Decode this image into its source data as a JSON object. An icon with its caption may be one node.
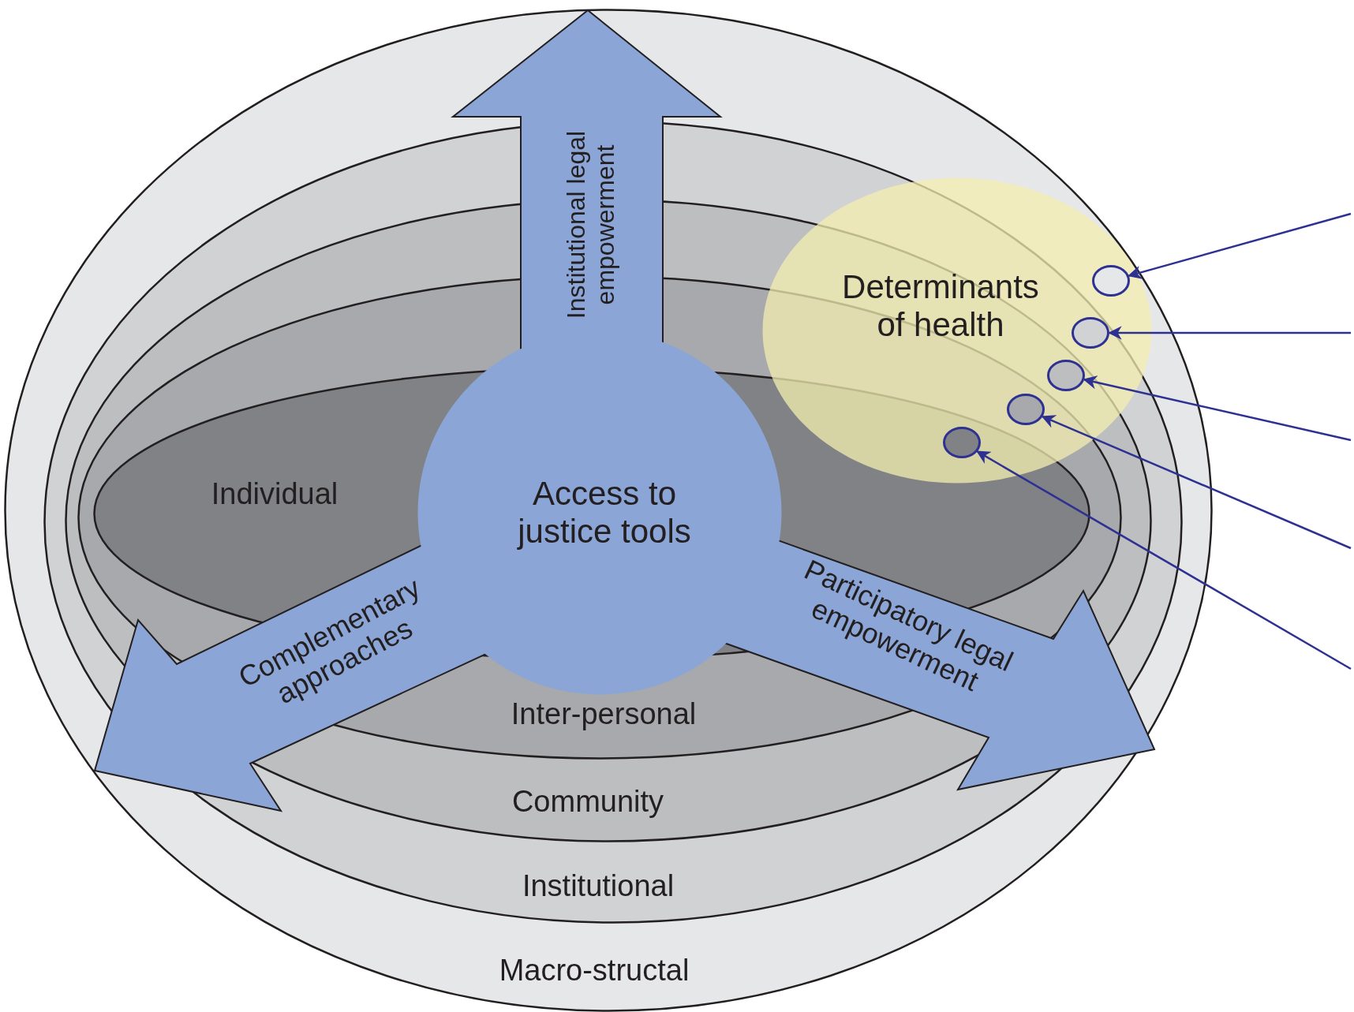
{
  "diagram": {
    "nodes": [
      {
        "text": [
          "Macro-structal"
        ]
      },
      {
        "text": [
          "Institutional"
        ],
        "in": 0
      },
      {
        "text": [
          "Community"
        ],
        "in": 1
      },
      {
        "text": [
          "Inter-personal"
        ],
        "in": 2
      },
      {
        "text": [
          "Individual"
        ],
        "in": 3
      },
      {
        "text": [
          "Access to justice tools"
        ],
        "in": 3
      },
      {
        "text": [
          "Institutional legal empowerment"
        ],
        "in": 0
      },
      {
        "text": [
          "Complementary approaches"
        ],
        "in": 2
      },
      {
        "text": [
          "Participatory legal empowerment"
        ],
        "in": 2
      },
      {
        "text": [
          "Determinants of health"
        ],
        "in": 1
      },
      {
        "text": [],
        "shape": "circle",
        "in": 9
      },
      {
        "text": [],
        "shape": "circle",
        "in": 9
      },
      {
        "text": [],
        "shape": "circle",
        "in": 9
      },
      {
        "text": [],
        "shape": "circle"
      },
      {
        "text": [],
        "shape": "circle"
      }
    ],
    "edges": [
      {
        "from": null,
        "to": 10,
        "arrow": "to"
      },
      {
        "from": null,
        "to": 11,
        "arrow": "to"
      },
      {
        "from": null,
        "to": 12,
        "arrow": "to"
      },
      {
        "from": null,
        "to": 13,
        "arrow": "to"
      },
      {
        "from": null,
        "to": 14,
        "arrow": "to"
      }
    ]
  }
}
